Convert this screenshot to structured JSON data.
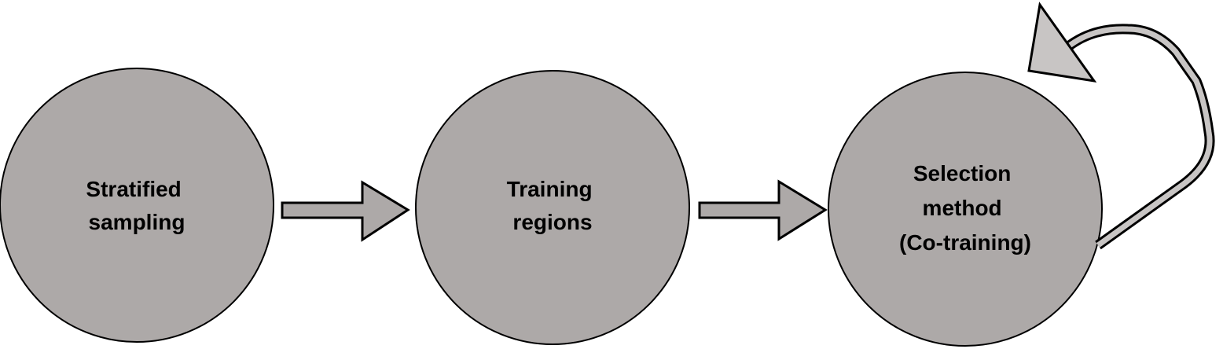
{
  "diagram": {
    "nodes": [
      {
        "lines": [
          "Stratified",
          "sampling"
        ]
      },
      {
        "lines": [
          "Training",
          "regions"
        ]
      },
      {
        "lines": [
          "Selection",
          "method",
          "(Co-training)"
        ]
      }
    ],
    "colors": {
      "node_fill": "#ada9a8",
      "stroke": "#000000",
      "loop_fill": "#c8c5c4"
    }
  }
}
